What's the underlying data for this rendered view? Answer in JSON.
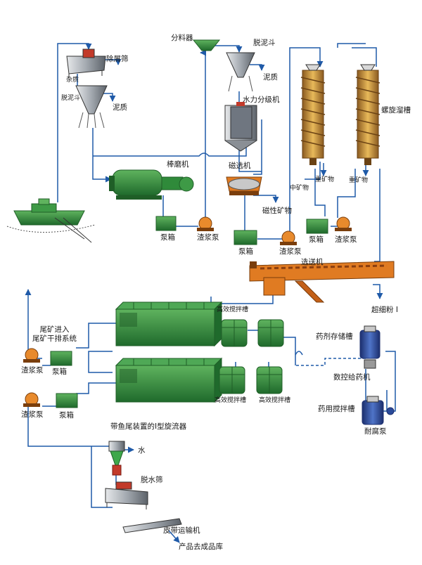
{
  "labels": {
    "fenliaoqi": "分料器",
    "tuonidou_top": "脱泥斗",
    "chuxieshai": "除屑筛",
    "zazhi": "杂质",
    "tuonidou_left": "脱泥斗",
    "nizhi_left": "泥质",
    "nizhi_right": "泥质",
    "shuili": "水力分级机",
    "luoxuan": "螺旋溜槽",
    "bangmoji": "棒磨机",
    "cixuanji": "磁选机",
    "zhongkuangwu": "中矿物",
    "zhongkuangwu_a": "重矿物",
    "zhongkuangwu_b": "重矿物",
    "cixing": "磁性矿物",
    "bengxiang_1": "泵箱",
    "zhajiangbeng_1": "渣浆泵",
    "bengxiang_2": "泵箱",
    "zhajiangbeng_2": "渣浆泵",
    "bengxiang_3": "泵箱",
    "zhajiangbeng_3": "渣浆泵",
    "xuansongji": "选送机",
    "chaoxifen": "超细粉 I",
    "gaoxiao_top": "高效搅拌槽",
    "gaoxiao_bl": "高效搅拌槽",
    "gaoxiao_br": "高效搅拌槽",
    "weikuang": "尾矿进入\n尾矿干排系统",
    "zhajiangbeng_4": "渣浆泵",
    "bengxiang_4": "泵箱",
    "zhajiangbeng_5": "渣浆泵",
    "bengxiang_5": "泵箱",
    "yaoji_cunchu": "药剂存储槽",
    "shukong": "数控给药机",
    "yaoyong": "药用搅拌槽",
    "naifubeng": "耐腐泵",
    "xuanliuqi": "带鱼尾装置的I型旋流器",
    "shui": "水",
    "tuoshuishai": "脱水筛",
    "pidai": "皮带运输机",
    "chanpin": "产品去成品库"
  },
  "colors": {
    "pipe": "#1f5aa8",
    "machine_green": "#2f8a3a",
    "machine_dark": "#1f5e27",
    "grey": "#8a8f95",
    "orange": "#e07b22",
    "spiral": "#d8a640",
    "pump": "#e88a2c",
    "navy": "#2a4b9a"
  }
}
